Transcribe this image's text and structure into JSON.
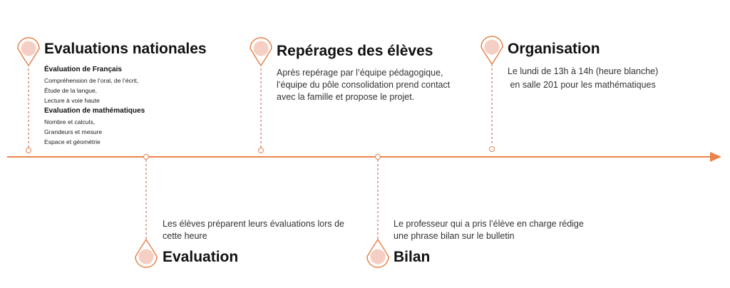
{
  "colors": {
    "accent": "#e8834a",
    "pin_fill": "#f6cfc4",
    "dashed": "#c0504d"
  },
  "milestones": {
    "evaluations_nationales": {
      "title": "Evaluations nationales",
      "francais_heading": "Évaluation de  Français",
      "francais_items": [
        "Compréhension de l’oral, de l’écrit,",
        "Étude de la langue,",
        "Lecture à voie haute"
      ],
      "maths_heading": "Evaluation de mathématiques",
      "maths_items": [
        "Nombre et calculs,",
        "Grandeurs et mesure",
        "Espace et géométrie"
      ]
    },
    "reperages": {
      "title": "Repérages des élèves",
      "lines": [
        "Après repérage par l’équipe pédagogique,",
        "l’équipe du pôle consolidation prend contact",
        "avec la famille et propose le projet."
      ]
    },
    "organisation": {
      "title": "Organisation",
      "lines": [
        "Le lundi de 13h à 14h (heure blanche)",
        " en salle 201 pour les mathématiques"
      ]
    },
    "evaluation": {
      "title": "Evaluation",
      "lines": [
        "Les élèves préparent leurs évaluations lors de",
        "cette heure"
      ]
    },
    "bilan": {
      "title": "Bilan",
      "lines": [
        "Le professeur qui a pris l’élève en charge rédige",
        "une phrase bilan sur le bulletin"
      ]
    }
  }
}
